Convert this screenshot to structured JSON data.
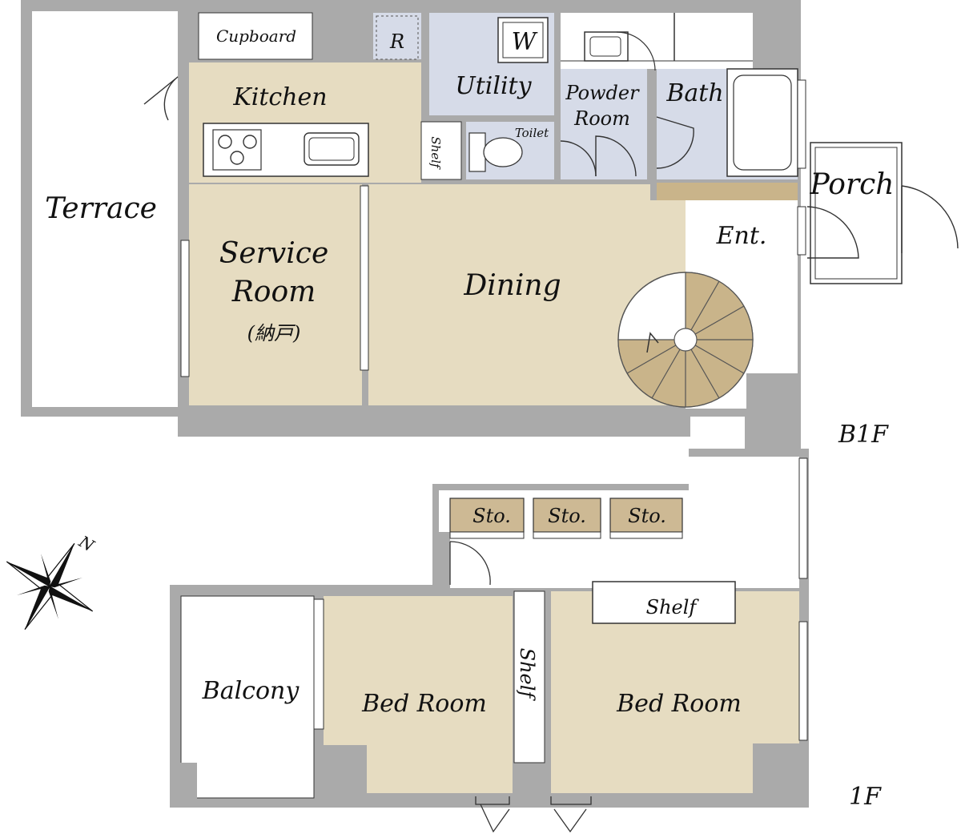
{
  "floor_labels": {
    "lower": "B1F",
    "upper": "1F"
  },
  "compass": {
    "north": "N",
    "icon": "compass-rose-icon"
  },
  "rooms": {
    "terrace": "Terrace",
    "cupboard": "Cupboard",
    "refrigerator": "R",
    "washer": "W",
    "kitchen": "Kitchen",
    "utility": "Utility",
    "powder_room_line1": "Powder",
    "powder_room_line2": "Room",
    "bath": "Bath",
    "porch": "Porch",
    "toilet": "Toilet",
    "shelf_vertical": "Shelf",
    "service_room_line1": "Service",
    "service_room_line2": "Room",
    "service_room_line3": "(納戸)",
    "dining": "Dining",
    "entrance": "Ent.",
    "storage_1": "Sto.",
    "storage_2": "Sto.",
    "storage_3": "Sto.",
    "balcony": "Balcony",
    "bed_room_1": "Bed Room",
    "shelf_bedroom_vertical": "Shelf",
    "shelf_bedroom_top": "Shelf",
    "bed_room_2": "Bed Room"
  },
  "colors": {
    "wall": "#aaaaaa",
    "wall_edge": "#8c8c8c",
    "room_beige": "#e6dcc1",
    "wet_blue": "#d6dbe8",
    "storage_tan": "#cdb994",
    "stair_tan": "#c9b48a",
    "outline": "#333333"
  }
}
